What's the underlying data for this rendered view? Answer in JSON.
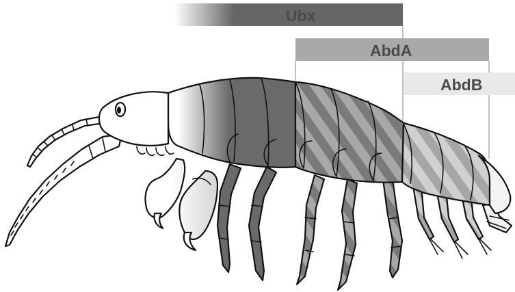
{
  "figure": {
    "domains": [
      {
        "label": "Ubx",
        "color": "#666666",
        "text_color": "#404040"
      },
      {
        "label": "AbdA",
        "color": "#a9a9a9",
        "text_color": "#454545"
      },
      {
        "label": "AbdB",
        "color": "#e9e9e9",
        "text_color": "#4a4a4a"
      }
    ],
    "palette": {
      "outline": "#111111",
      "head": "#ffffff",
      "ubx_body": "#666666",
      "abda_stripe_dark": "#7a7a7a",
      "abda_stripe_light": "#a8a8a8",
      "abdb_stripe_dark": "#a5a5a5",
      "abdb_stripe_light": "#cfcfcf"
    }
  }
}
